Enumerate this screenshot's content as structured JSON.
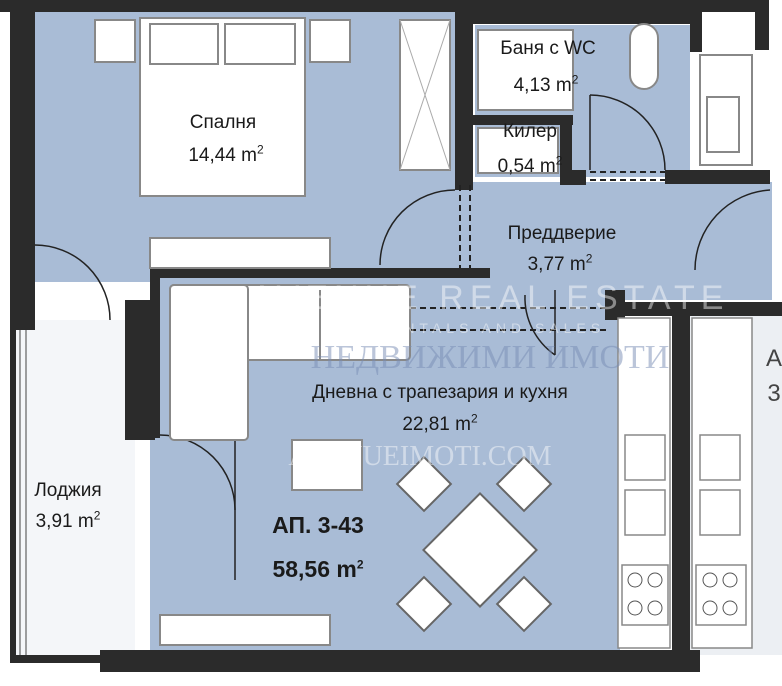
{
  "apartment": {
    "number": "АП. 3-43",
    "area": "58,56",
    "unit": "m",
    "unit_exp": "2"
  },
  "rooms": [
    {
      "name": "Спалня",
      "area": "14,44"
    },
    {
      "name": "Баня с WC",
      "area": "4,13"
    },
    {
      "name": "Килер",
      "area": "0,54"
    },
    {
      "name": "Преддверие",
      "area": "3,77"
    },
    {
      "name": "Дневна с трапезария и кухня",
      "area": "22,81"
    },
    {
      "name": "Лоджия",
      "area": "3,91"
    }
  ],
  "unit": "m",
  "unit_exp": "2",
  "neighbor": {
    "label_top": "А",
    "label_bottom": "3"
  },
  "watermark": {
    "line1": "AVENUE REAL ESTATE",
    "line2": "RENTALS AND SALES",
    "line3": "НЕДВИЖИМИ ИМОТИ",
    "line4": "AVENUEIMOTI.COM"
  },
  "colors": {
    "floor": "#a9bcd6",
    "wall": "#2b2b2b",
    "furniture": "#ffffff"
  }
}
